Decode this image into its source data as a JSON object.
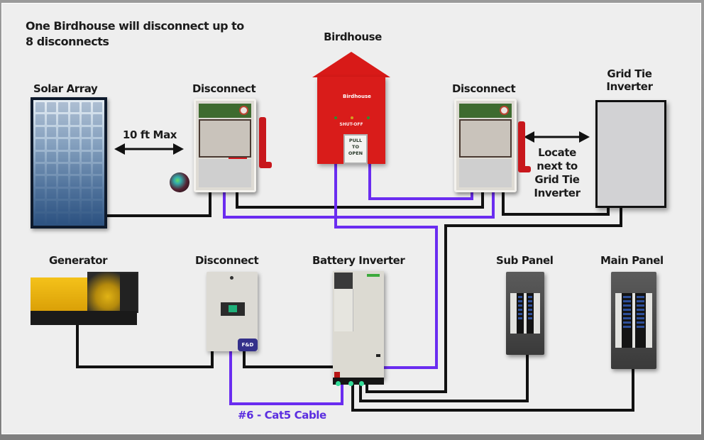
{
  "headline": {
    "line1": "One Birdhouse will disconnect up to",
    "line2": "8 disconnects"
  },
  "components": {
    "solar_array": {
      "label": "Solar Array"
    },
    "disconnect_solar": {
      "label": "Disconnect"
    },
    "birdhouse": {
      "label": "Birdhouse",
      "logo_text": "Birdhouse",
      "shutoff_text": "SHUT-OFF",
      "pull_line1": "PULL",
      "pull_line2": "TO",
      "pull_line3": "OPEN"
    },
    "disconnect_grid": {
      "label": "Disconnect"
    },
    "grid_tie_inverter": {
      "label_line1": "Grid Tie",
      "label_line2": "Inverter"
    },
    "generator": {
      "label": "Generator"
    },
    "disconnect_generator": {
      "label": "Disconnect",
      "tag_text": "F&D"
    },
    "battery_inverter": {
      "label": "Battery Inverter"
    },
    "sub_panel": {
      "label": "Sub Panel"
    },
    "main_panel": {
      "label": "Main Panel"
    }
  },
  "annotations": {
    "solar_distance": "10 ft Max",
    "locate_line1": "Locate",
    "locate_line2": "next to",
    "locate_line3": "Grid Tie",
    "locate_line4": "Inverter",
    "cable": "#6 - Cat5 Cable"
  },
  "colors": {
    "power_wire": "#111111",
    "control_wire": "#6a2cf0",
    "birdhouse_red": "#d81a18",
    "cable_label": "#5b2ee0"
  }
}
